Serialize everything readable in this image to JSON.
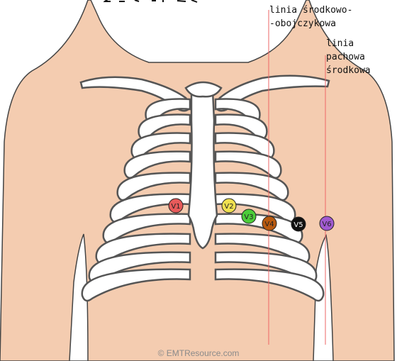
{
  "labels": {
    "midclavicular_line": "linia środkowo-\n-obojczykowa",
    "midaxillary_line": "linia\npachowa\nśrodkowa"
  },
  "electrodes": [
    {
      "label": "V1",
      "color": "#e85a5a"
    },
    {
      "label": "V2",
      "color": "#f0e050"
    },
    {
      "label": "V3",
      "color": "#4ccc3a"
    },
    {
      "label": "V4",
      "color": "#b85a10"
    },
    {
      "label": "V5",
      "color": "#111111"
    },
    {
      "label": "V6",
      "color": "#a05ad0"
    }
  ],
  "credit": "© EMTResource.com",
  "colors": {
    "skin": "#f4ccb0",
    "bone": "#ffffff",
    "outline": "#555555",
    "guide_line": "#ee6666"
  }
}
